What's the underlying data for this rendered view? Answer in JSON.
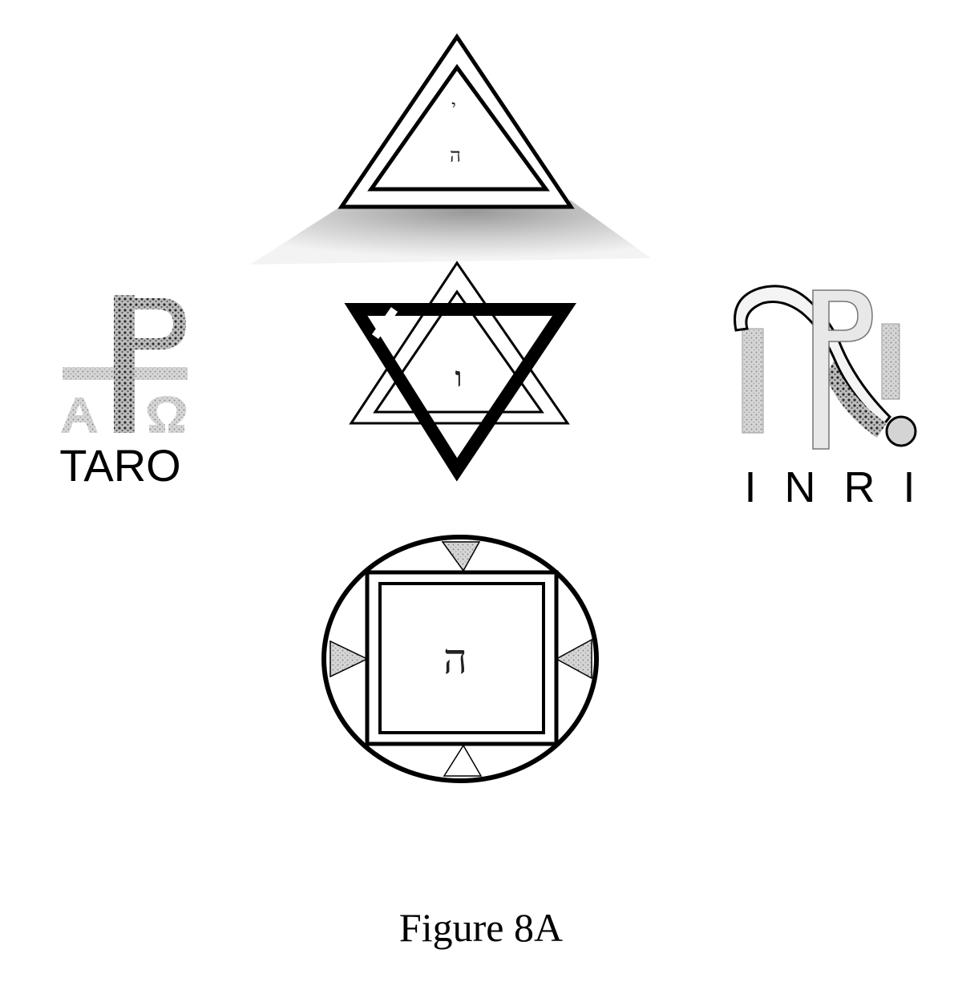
{
  "symbols": {
    "triangle": {
      "letter_top": "י",
      "letter_bottom": "ה"
    },
    "hexagram": {
      "letter": "ו"
    },
    "square_circle": {
      "letter": "ה"
    },
    "taro": {
      "label": "TARO",
      "monogram_letters": [
        "P",
        "A",
        "Ω"
      ]
    },
    "inri": {
      "label": "I N R I",
      "monogram_letters": [
        "P",
        "I",
        "N"
      ]
    }
  },
  "caption": "Figure 8A",
  "colors": {
    "ink": "#000000",
    "shade": "#9a9a9a",
    "light_shade": "#c8c8c8"
  }
}
